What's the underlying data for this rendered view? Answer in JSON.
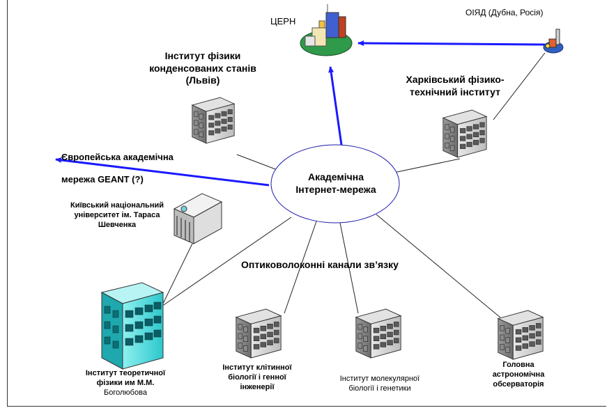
{
  "hub": {
    "line1": "Академічна",
    "line2": "Інтернет-мережа"
  },
  "cern": {
    "label": "ЦЕРН"
  },
  "jinr": {
    "label": "ОІЯД (Дубна, Росія)"
  },
  "lviv": {
    "line1": "Інститут фізики",
    "line2": "конденсованих станів",
    "line3": "(Львів)"
  },
  "kharkiv": {
    "line1": "Харківський фізико-",
    "line2": "технічний інститут"
  },
  "geant": {
    "line1": "Європейська академічна",
    "line2": "мережа GEANT (?)"
  },
  "kyiv_univ": {
    "line1": "Київський національний",
    "line2": "університет ім. Тараса",
    "line3": "Шевченка"
  },
  "fiber": {
    "label": "Оптиковолоконні канали зв’язку"
  },
  "itf": {
    "line1": "Інститут теоретичної",
    "line2": "фізики им М.М.",
    "line3": "Боголюбова"
  },
  "cell_bio": {
    "line1": "Інститут клітинної",
    "line2": "біології і генної",
    "line3": "інженерії"
  },
  "mol_bio": {
    "line1": "Інститут молекулярної",
    "line2": "біології і генетики"
  },
  "observatory": {
    "line1": "Головна",
    "line2": "астрономічна",
    "line3": "обсерваторія"
  },
  "colors": {
    "link_blue": "#1a1aff",
    "teal_building": "#3fd9d9",
    "hub_stroke": "#1a1aaa"
  }
}
